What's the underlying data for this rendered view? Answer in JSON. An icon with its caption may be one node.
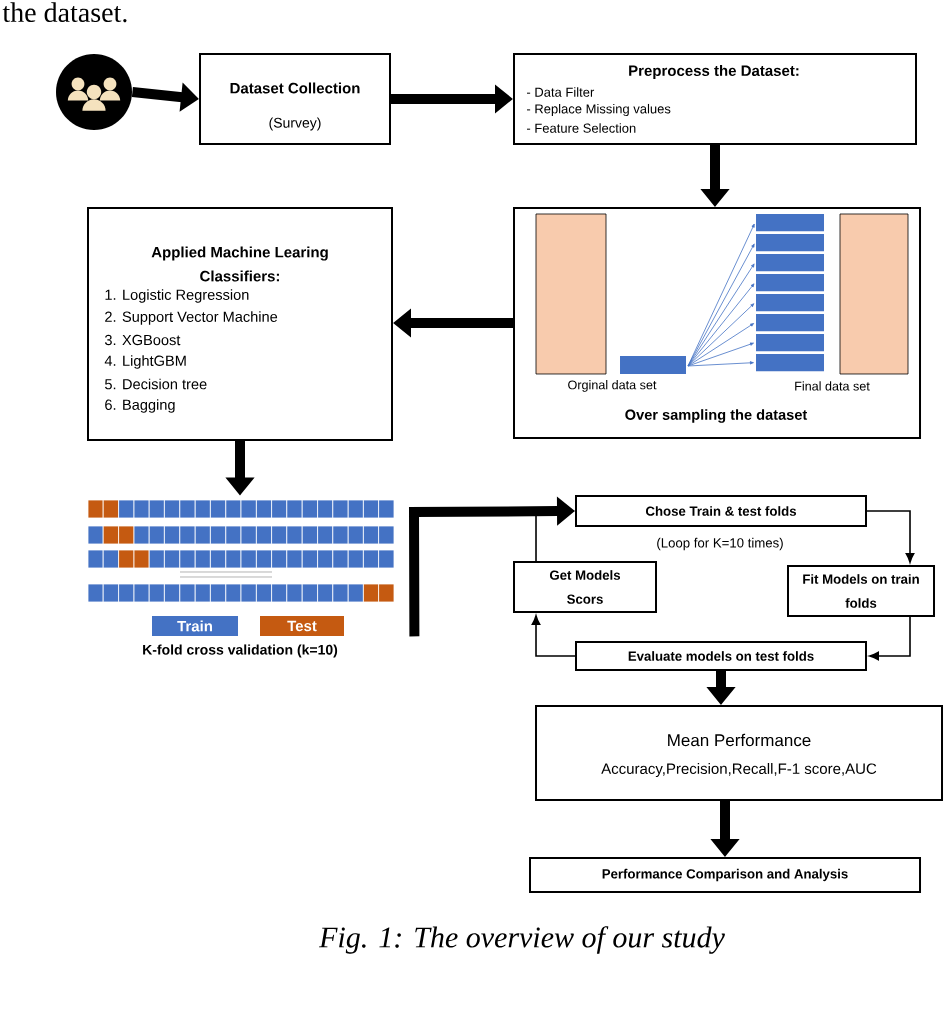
{
  "diagram": {
    "caption": "Fig. 1: The overview of our study",
    "nodes": [
      {
        "text": [],
        "shape": "circle"
      },
      {
        "text": [
          "Dataset Collection",
          "(Survey)"
        ]
      },
      {
        "text": [
          "Preprocess the Dataset:",
          "- Data Filter",
          "- Replace Missing values",
          "- Feature Selection"
        ]
      },
      {
        "text": [
          "Orginal data set",
          "Final data set",
          "Over sampling the dataset"
        ]
      },
      {
        "text": [
          "Applied Machine Learing Classifiers:",
          "1. Logistic Regression",
          "2. Support Vector Machine",
          "3. XGBoost",
          "4. LightGBM",
          "5. Decision tree",
          "6. Bagging"
        ]
      },
      {
        "text": [],
        "shape": "picture",
        "beside": [
          "K-fold cross validation (k=10)"
        ]
      },
      {
        "text": [
          "Chose Train & test folds"
        ]
      },
      {
        "text": [
          "Get Models Scors"
        ]
      },
      {
        "text": [
          "Fit Models on train folds"
        ]
      },
      {
        "text": [
          "Evaluate models on test folds"
        ]
      },
      {
        "text": [
          "Mean Performance",
          "Accuracy,Precision,Recall,F-1 score,AUC"
        ]
      },
      {
        "text": [
          "Performance Comparison and Analysis"
        ]
      }
    ],
    "edges": [
      {
        "from": 0,
        "to": 1,
        "arrow": "to"
      },
      {
        "from": 1,
        "to": 2,
        "arrow": "to"
      },
      {
        "from": 2,
        "to": 3,
        "arrow": "to"
      },
      {
        "from": 3,
        "to": 4,
        "arrow": "to"
      },
      {
        "from": 4,
        "to": 5,
        "arrow": "to"
      },
      {
        "from": 5,
        "to": 6,
        "arrow": "to"
      },
      {
        "from": 6,
        "to": 8,
        "arrow": "to"
      },
      {
        "from": 8,
        "to": 9,
        "arrow": "to"
      },
      {
        "from": 9,
        "to": 7,
        "arrow": "to"
      },
      {
        "from": 7,
        "to": 6,
        "arrow": "to"
      },
      {
        "from": 9,
        "to": 10,
        "arrow": "to"
      },
      {
        "from": 10,
        "to": 11,
        "arrow": "to"
      }
    ],
    "labels": [
      "the dataset.",
      "(Loop for K=10 times)"
    ],
    "legend": [
      {
        "text": "Train",
        "color": "#4472c4"
      },
      {
        "text": "Test",
        "color": "#c55a11"
      }
    ]
  }
}
